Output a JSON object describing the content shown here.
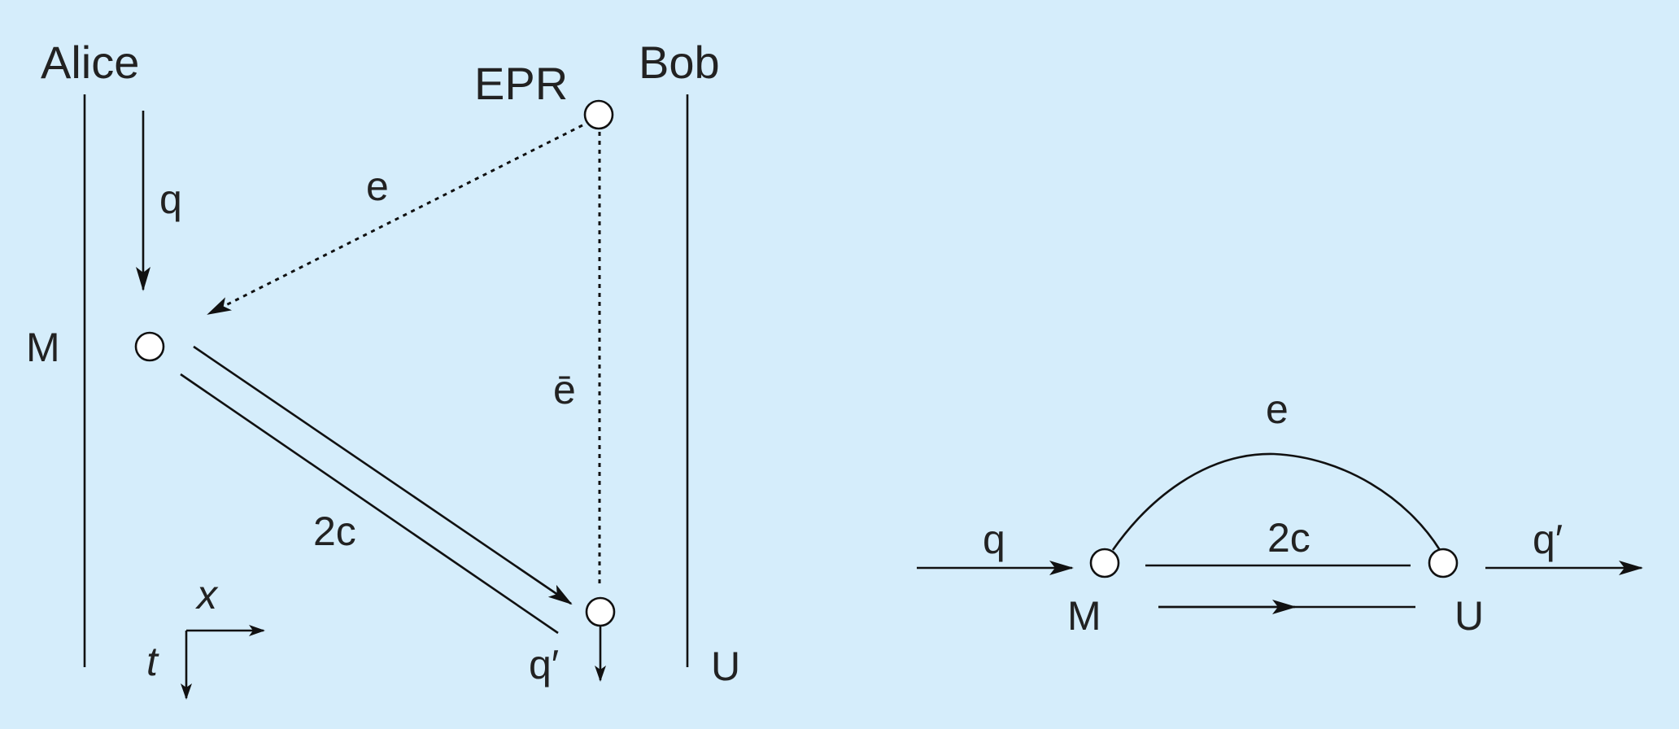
{
  "colors": {
    "background": "#d5edfb",
    "ink": "#111111",
    "node_fill": "#ffffff"
  },
  "spacetime": {
    "alice_label": "Alice",
    "bob_label": "Bob",
    "epr_label": "EPR",
    "m_label": "M",
    "u_label": "U",
    "q_label": "q",
    "e_label": "e",
    "ebar_label": "ē",
    "twoc_label": "2c",
    "qprime_label": "q′",
    "axis_x_label": "x",
    "axis_t_label": "t"
  },
  "graph": {
    "q_label": "q",
    "e_label": "e",
    "twoc_label": "2c",
    "qprime_label": "q′",
    "m_label": "M",
    "u_label": "U"
  }
}
